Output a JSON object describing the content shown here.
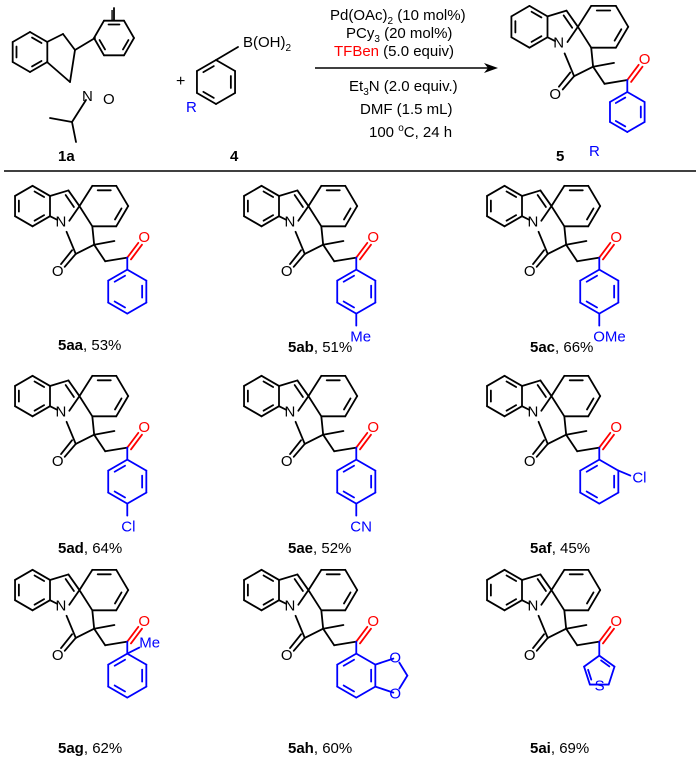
{
  "scheme": {
    "reactants": {
      "sm_label": "1a",
      "iodo_atom": "I",
      "n_atom": "N",
      "o_atom": "O",
      "plus": "+",
      "boronic_group": "B(OH)",
      "boronic_sub": "2",
      "r_group": "R",
      "boronic_label": "4"
    },
    "conditions": {
      "catalyst_main": "Pd(OAc)",
      "catalyst_sub": "2",
      "catalyst_load": " (10 mol%)",
      "ligand_main": "PCy",
      "ligand_sub": "3",
      "ligand_load": " (20 mol%)",
      "co_source": "TFBen",
      "co_load": " (5.0 equiv)",
      "base_main": "Et",
      "base_sub": "3",
      "base_rest": "N (2.0 equiv.)",
      "solvent": "DMF (1.5 mL)",
      "temp_main": "100 ",
      "temp_sup": "o",
      "temp_rest": "C, 24 h"
    },
    "product": {
      "label": "5",
      "r_group": "R",
      "n_atom": "N",
      "o_atom": "O"
    }
  },
  "colors": {
    "red": "#ff0000",
    "blue": "#0000ff",
    "black": "#000000"
  },
  "products": [
    {
      "code": "5aa",
      "yield": ", 53%",
      "substituent": ""
    },
    {
      "code": "5ab",
      "yield": ", 51%",
      "substituent": "Me"
    },
    {
      "code": "5ac",
      "yield": ", 66%",
      "substituent": "OMe"
    },
    {
      "code": "5ad",
      "yield": ", 64%",
      "substituent": "Cl"
    },
    {
      "code": "5ae",
      "yield": ", 52%",
      "substituent": "CN"
    },
    {
      "code": "5af",
      "yield": ", 45%",
      "substituent": "Cl"
    },
    {
      "code": "5ag",
      "yield": ", 62%",
      "substituent": "Me"
    },
    {
      "code": "5ah",
      "yield": ", 60%",
      "substituent": ""
    },
    {
      "code": "5ai",
      "yield": ", 69%",
      "substituent": ""
    }
  ],
  "atoms": {
    "n": "N",
    "o": "O",
    "s": "S"
  }
}
